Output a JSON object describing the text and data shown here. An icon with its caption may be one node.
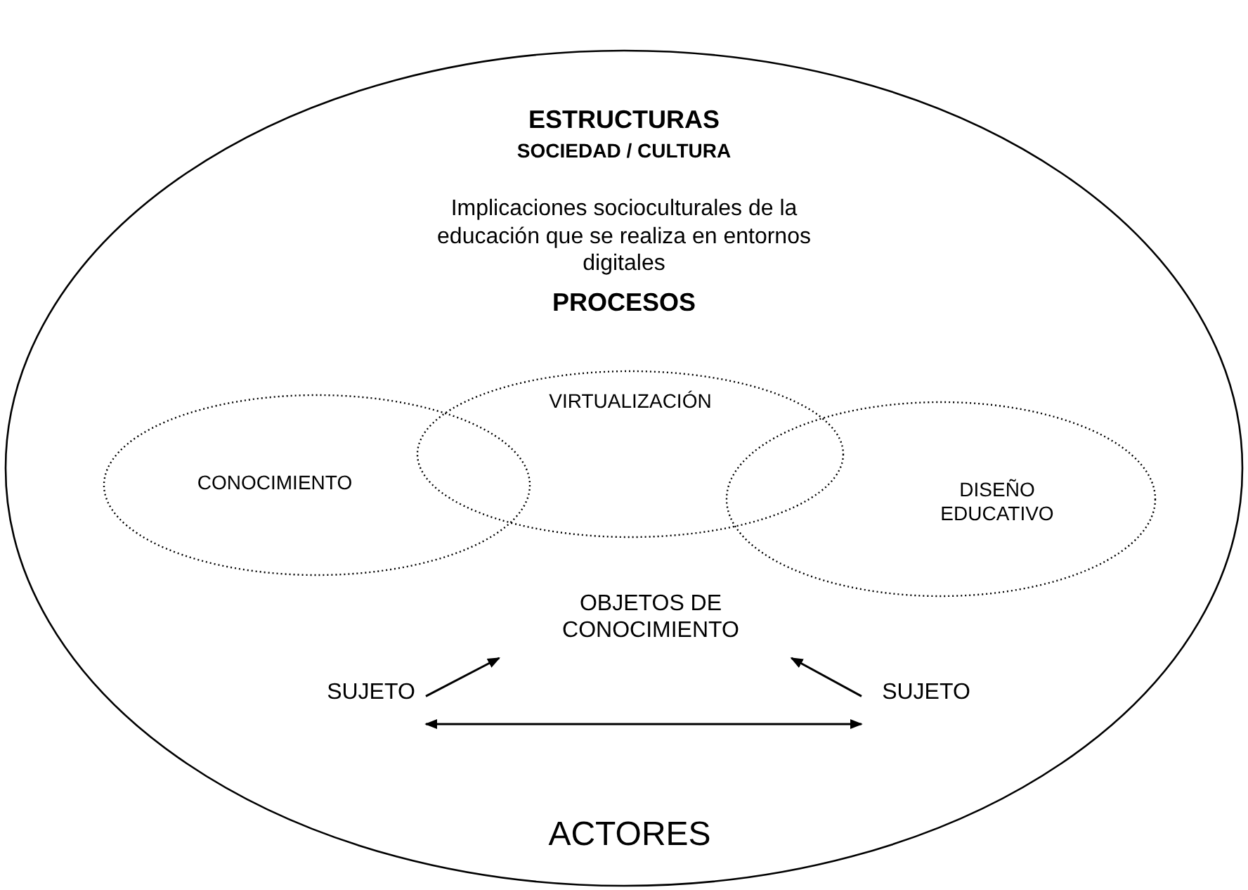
{
  "diagram": {
    "nodes": [
      {
        "text": [
          "ESTRUCTURAS",
          "SOCIEDAD / CULTURA",
          "Implicaciones socioculturales de la educación que se realiza en entornos digitales"
        ]
      },
      {
        "text": [
          "CONOCIMIENTO"
        ],
        "in": 0
      },
      {
        "text": [
          "VIRTUALIZACIÓN"
        ],
        "in": 0
      },
      {
        "text": [
          "DISEÑO EDUCATIVO"
        ],
        "in": 0
      },
      {
        "text": [
          "OBJETOS DE CONOCIMIENTO"
        ],
        "in": 0
      },
      {
        "text": [
          "SUJETO"
        ],
        "in": 0
      },
      {
        "text": [
          "SUJETO"
        ],
        "in": 0
      }
    ],
    "edges": [
      {
        "from": 5,
        "to": 4,
        "arrow": "to"
      },
      {
        "from": 6,
        "to": 4,
        "arrow": "to"
      },
      {
        "from": 5,
        "to": 6,
        "arrow": "both"
      }
    ],
    "labels": [
      "PROCESOS",
      "ACTORES"
    ]
  }
}
